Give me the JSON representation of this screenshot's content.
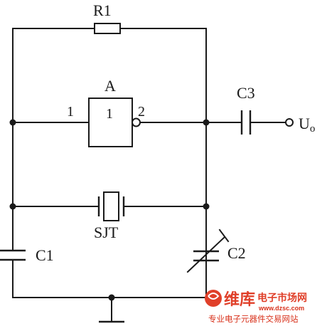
{
  "labels": {
    "r1": "R1",
    "gate": "A",
    "pin_in": "1",
    "gate_func": "1",
    "pin_out": "2",
    "c3": "C3",
    "uo_main": "U",
    "uo_sub": "o",
    "crystal": "SJT",
    "c1": "C1",
    "c2": "C2"
  },
  "watermark": {
    "brand_cn": "维库",
    "site_cn": "电子市场网",
    "url": "www.dzsc.com",
    "tagline": "专业电子元器件交易网站",
    "accent_color": "#e0402a"
  }
}
